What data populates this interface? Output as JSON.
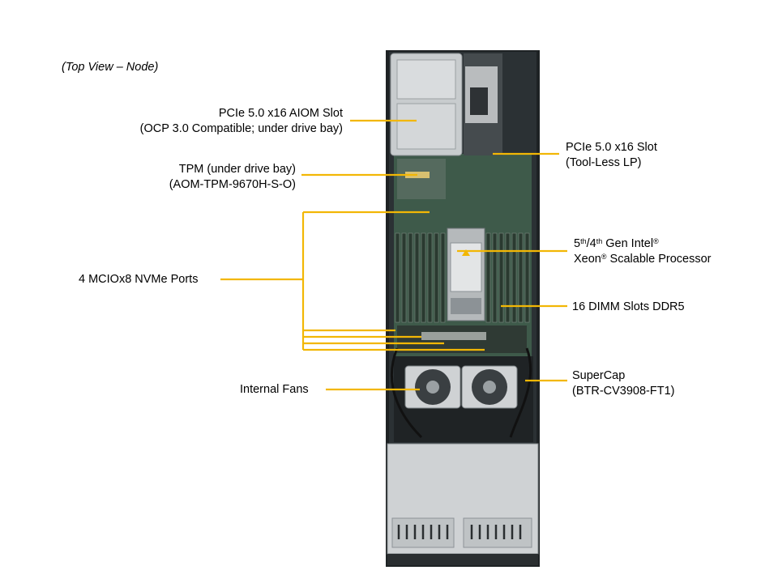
{
  "caption": "(Top View – Node)",
  "labels": {
    "aiom_line1": "PCIe 5.0 x16 AIOM Slot",
    "aiom_line2": "(OCP 3.0 Compatible; under drive bay)",
    "tpm_line1": "TPM (under drive bay)",
    "tpm_line2": "(AOM-TPM-9670H-S-O)",
    "nvme": "4 MCIOx8  NVMe Ports",
    "fans": "Internal  Fans",
    "pcie_line1": "PCIe 5.0 x16 Slot",
    "pcie_line2": "(Tool-Less LP)",
    "cpu_gen_a": "5",
    "cpu_sup_th1": "th",
    "cpu_gen_b": "/4",
    "cpu_sup_th2": "th",
    "cpu_gen_c": " Gen Intel",
    "cpu_sup_reg1": "®",
    "cpu_line2_a": "Xeon",
    "cpu_sup_reg2": "®",
    "cpu_line2_b": " Scalable Processor",
    "dimm": "16 DIMM Slots DDR5",
    "supercap_line1": "SuperCap",
    "supercap_line2": "(BTR-CV3908-FT1)"
  },
  "colors": {
    "callout": "#f2b705",
    "board": "#3e5a4a",
    "chassis": "#cfd2d4"
  }
}
